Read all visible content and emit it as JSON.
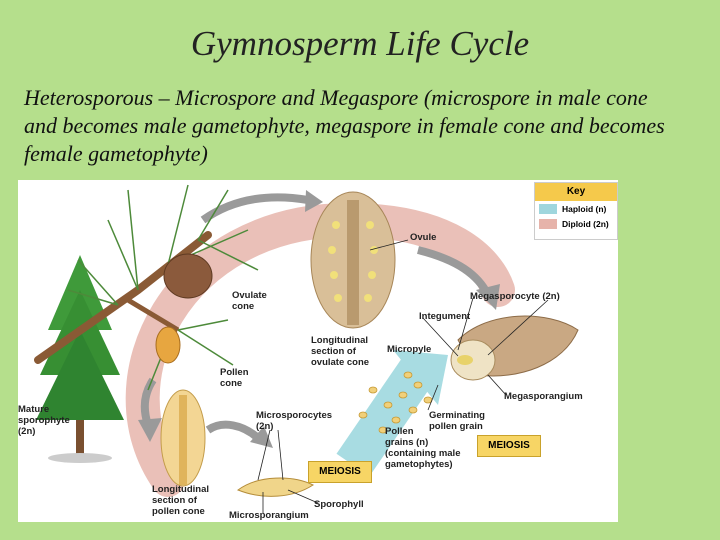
{
  "title": "Gymnosperm Life Cycle",
  "subtitle": "Heterosporous – Microspore and Megaspore (microspore in male cone and becomes male gametophyte, megaspore in female cone and becomes female gametophyte)",
  "key": {
    "title": "Key",
    "haploid": "Haploid (n)",
    "diploid": "Diploid (2n)",
    "haploid_color": "#9fd6dd",
    "diploid_color": "#e6b3aa"
  },
  "labels": {
    "ovule": "Ovule",
    "megasporocyte": "Megasporocyte (2n)",
    "integument": "Integument",
    "ovulate_cone": "Ovulate\ncone",
    "longitudinal_ovulate": "Longitudinal\nsection of\novulate cone",
    "micropyle": "Micropyle",
    "pollen_cone": "Pollen\ncone",
    "megasporangium": "Megasporangium",
    "mature_sporophyte": "Mature\nsporophyte\n(2n)",
    "microsporocytes": "Microsporocytes\n(2n)",
    "germinating_pollen": "Germinating\npollen grain",
    "pollen_grains": "Pollen\ngrains (n)\n(containing male\ngametophytes)",
    "meiosis_left": "MEIOSIS",
    "meiosis_right": "MEIOSIS",
    "longitudinal_pollen": "Longitudinal\nsection of\npollen cone",
    "sporophyll": "Sporophyll",
    "microsporangium": "Microsporangium"
  }
}
